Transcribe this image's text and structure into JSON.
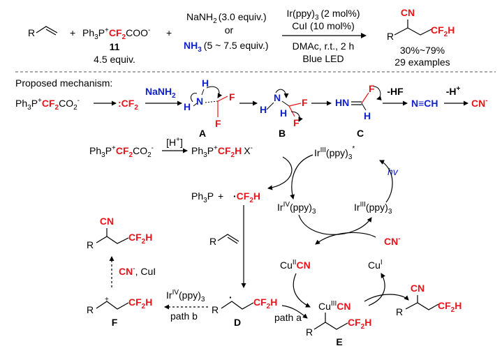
{
  "reaction": {
    "alkene_R": "R",
    "plus1": "+",
    "reagent_ph3p": "Ph",
    "reagent_3": "3",
    "reagent_p": "P",
    "reagent_plus": "+",
    "reagent_cf2": "CF",
    "reagent_2": "2",
    "reagent_coo": "COO",
    "reagent_minus": "-",
    "plus2": "+",
    "reagent_num": "11",
    "reagent_equiv": "4.5 equiv.",
    "nanh2_pre": "NaNH",
    "nanh2_2": "2",
    "nanh2_equiv": "(3.0 equiv.)",
    "or": "or",
    "nh3": "NH",
    "nh3_3": "3",
    "nh3_equiv": "(5 ~ 7.5 equiv.)",
    "cat1_a": "Ir(ppy)",
    "cat1_b": "3",
    "cat1_c": "(2 mol%)",
    "cat2": "CuI (10 mol%)",
    "cond1": "DMAc, r.t., 2 h",
    "cond2": "Blue LED",
    "prod_cn": "CN",
    "prod_R": "R",
    "prod_cf2h_a": "CF",
    "prod_cf2h_b": "2",
    "prod_cf2h_c": "H",
    "yield": "30%~79%",
    "examples": "29 examples"
  },
  "mechanism": {
    "title": "Proposed mechanism:",
    "row1": {
      "start_a": "Ph",
      "start_b": "3",
      "start_c": "P",
      "start_d": "+",
      "start_e": "CF",
      "start_f": "2",
      "start_g": "CO",
      "start_h": "2",
      "start_i": "-",
      "carbene_colon": ":",
      "carbene_a": "CF",
      "carbene_b": "2",
      "nanh2_a": "NaNH",
      "nanh2_b": "2",
      "A_H1": "H",
      "A_N": "N",
      "A_H2": "H",
      "A_F1": "F",
      "A_F2": "F",
      "A_label": "A",
      "B_H": "H",
      "B_N": "N",
      "B_H2": "H",
      "B_F1": "F",
      "B_F2": "F",
      "B_label": "B",
      "C_HN": "HN",
      "C_F": "F",
      "C_H": "H",
      "C_label": "C",
      "hf": "-HF",
      "nch": "N≡CH",
      "hplus": "-H",
      "hplus_sup": "+",
      "cn_end": "CN",
      "cn_end_sup": "-"
    },
    "row2": {
      "start_a": "Ph",
      "start_b": "3",
      "start_c": "P",
      "start_d": "+",
      "start_e": "CF",
      "start_f": "2",
      "start_g": "CO",
      "start_h": "2",
      "start_i": "-",
      "hplus_label": "[H",
      "hplus_sup": "+",
      "hplus_close": "]",
      "prod_a": "Ph",
      "prod_b": "3",
      "prod_c": "P",
      "prod_d": "+",
      "prod_e": "CF",
      "prod_f": "2",
      "prod_g": "H",
      "prod_x": "X",
      "prod_minus": "-"
    },
    "cycle_ir": {
      "ir3_star_a": "Ir",
      "ir3_star_b": "III",
      "ir3_star_c": "(ppy)",
      "ir3_star_d": "3",
      "ir3_star_e": "*",
      "hv": "hv",
      "ir4_a": "Ir",
      "ir4_b": "IV",
      "ir4_c": "(ppy)",
      "ir4_d": "3",
      "ir3_a": "Ir",
      "ir3_b": "III",
      "ir3_c": "(ppy)",
      "ir3_d": "3"
    },
    "radical": {
      "ph3p_a": "Ph",
      "ph3p_b": "3",
      "ph3p_c": "P",
      "plus": "+",
      "dot": "·",
      "cf2h_a": "CF",
      "cf2h_b": "2",
      "cf2h_c": "H"
    },
    "alkene_R": "R",
    "cycle_cu": {
      "cn_in": "CN",
      "cn_in_sup": "-",
      "cu2_a": "Cu",
      "cu2_b": "II",
      "cu2_c": "CN",
      "cu1_a": "Cu",
      "cu1_b": "I"
    },
    "F": {
      "cn": "CN",
      "R": "R",
      "cf2h_a": "CF",
      "cf2h_b": "2",
      "cf2h_c": "H",
      "reagent_a": "CN",
      "reagent_b": "-",
      "reagent_c": ", CuI",
      "R2": "R",
      "plus": "+",
      "cf2h2_a": "CF",
      "cf2h2_b": "2",
      "cf2h2_c": "H",
      "label": "F"
    },
    "pathb": {
      "ir_a": "Ir",
      "ir_b": "IV",
      "ir_c": "(ppy)",
      "ir_d": "3",
      "label": "path b"
    },
    "D": {
      "R": "R",
      "dot": "·",
      "cf2h_a": "CF",
      "cf2h_b": "2",
      "cf2h_c": "H",
      "label": "D"
    },
    "patha": "path a",
    "E": {
      "cu_a": "Cu",
      "cu_b": "III",
      "cu_c": "CN",
      "R": "R",
      "cf2h_a": "CF",
      "cf2h_b": "2",
      "cf2h_c": "H",
      "label": "E"
    },
    "product": {
      "cn": "CN",
      "R": "R",
      "cf2h_a": "CF",
      "cf2h_b": "2",
      "cf2h_c": "H"
    }
  }
}
